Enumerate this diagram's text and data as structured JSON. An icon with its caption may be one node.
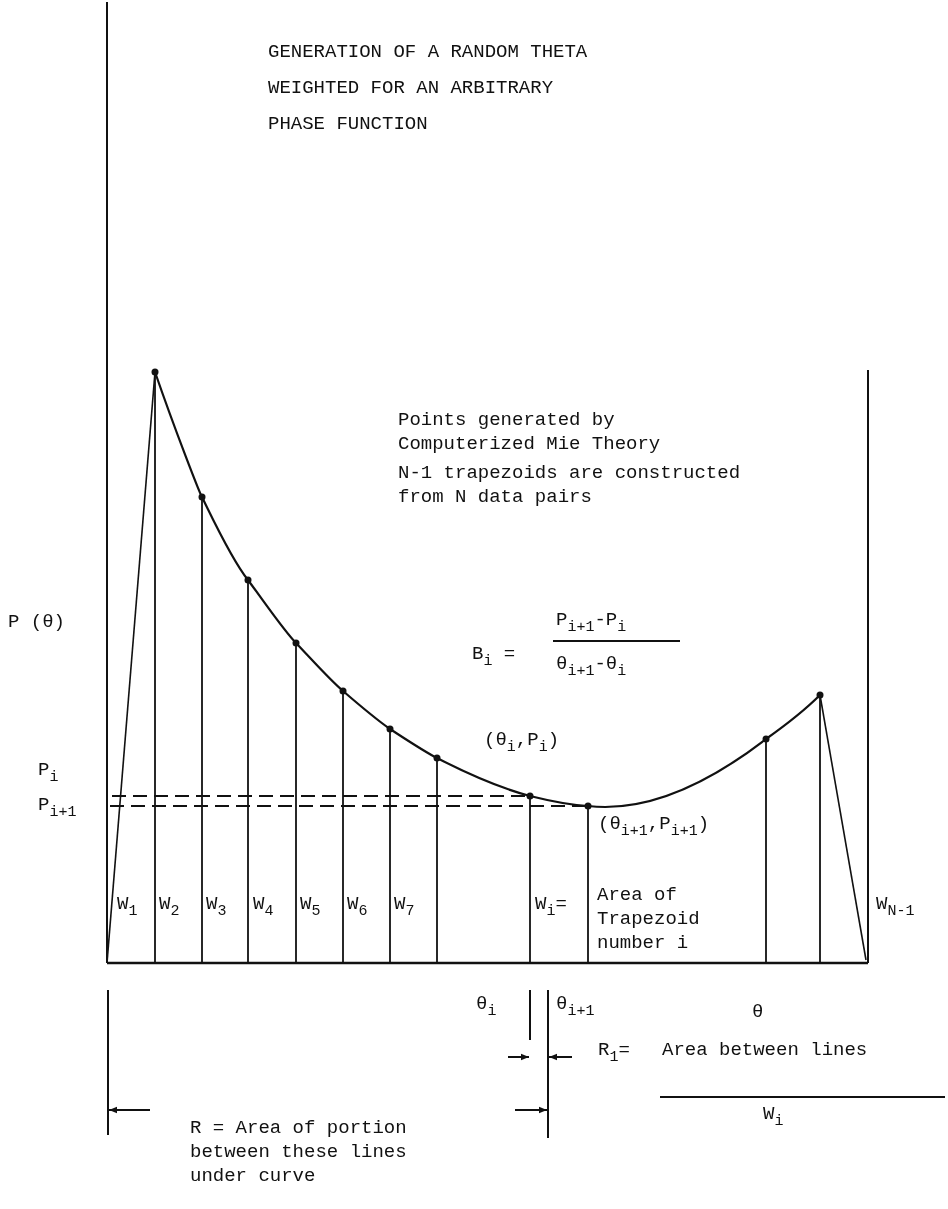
{
  "diagram": {
    "title": "GENERATION OF A RANDOM THETA WEIGHTED FOR AN ARBITRARY PHASE FUNCTION",
    "labels": [
      "Points generated by Computerized Mie Theory",
      "N-1 trapezoids are constructed from N data pairs",
      "P (θ)",
      "B$_{i}$ =",
      "P$_{i+1}$-P$_{i}$",
      "θ$_{i+1}$-θ$_{i}$",
      "(θ$_{i}$,P$_{i}$)",
      "P$_{i}$",
      "P$_{i+1}$",
      "(θ$_{i+1}$,P$_{i+1}$)",
      "W$_{1}$",
      "W$_{2}$",
      "W$_{3}$",
      "W$_{4}$",
      "W$_{5}$",
      "W$_{6}$",
      "W$_{7}$",
      "W$_{i}$=",
      "Area of Trapezoid number i",
      "W$_{N-1}$",
      "θ$_{i}$",
      "θ$_{i+1}$",
      "θ",
      "R$_{1}$=",
      "Area between lines",
      "W$_{i}$",
      "R = Area of portion between these lines under curve"
    ]
  }
}
